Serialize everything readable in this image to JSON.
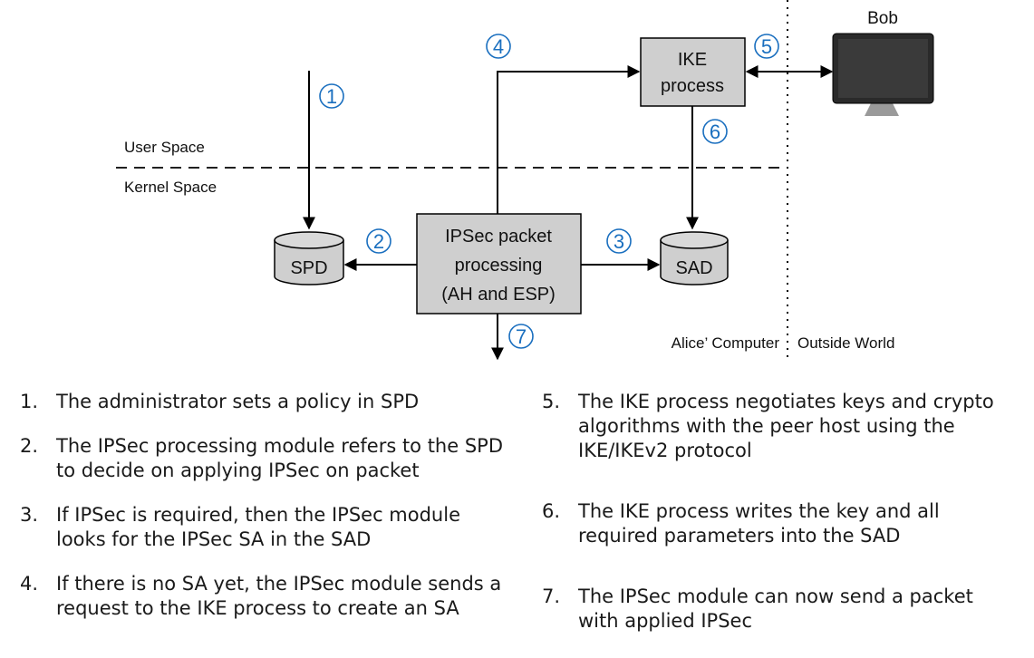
{
  "diagram": {
    "labels": {
      "user_space": "User Space",
      "kernel_space": "Kernel Space",
      "spd": "SPD",
      "sad": "SAD",
      "ipsec_line1": "IPSec packet",
      "ipsec_line2": "processing",
      "ipsec_line3": "(AH and ESP)",
      "ike_line1": "IKE",
      "ike_line2": "process",
      "bob": "Bob",
      "alice_computer": "Alice’ Computer",
      "outside_world": "Outside World"
    },
    "markers": [
      "1",
      "2",
      "3",
      "4",
      "5",
      "6",
      "7"
    ],
    "colors": {
      "box_fill": "#cfcfcf",
      "marker": "#1a6fbf",
      "line": "#000000"
    }
  },
  "steps_left": [
    {
      "num": "1.",
      "text": "The administrator sets a policy in SPD"
    },
    {
      "num": "2.",
      "text": "The IPSec processing module refers to the SPD to decide on applying IPSec on packet"
    },
    {
      "num": "3.",
      "text": "If IPSec is required, then the IPSec module looks for the IPSec SA in the SAD"
    },
    {
      "num": "4.",
      "text": "If there is no SA yet, the IPSec module sends a request to the IKE process to create an SA"
    }
  ],
  "steps_right": [
    {
      "num": "5.",
      "text": "The IKE process negotiates keys and crypto algorithms with the peer host using the IKE/IKEv2 protocol"
    },
    {
      "num": "6.",
      "text": "The IKE process writes the key and all required parameters into the SAD"
    },
    {
      "num": "7.",
      "text": "The IPSec module can now send a packet with applied IPSec"
    }
  ]
}
